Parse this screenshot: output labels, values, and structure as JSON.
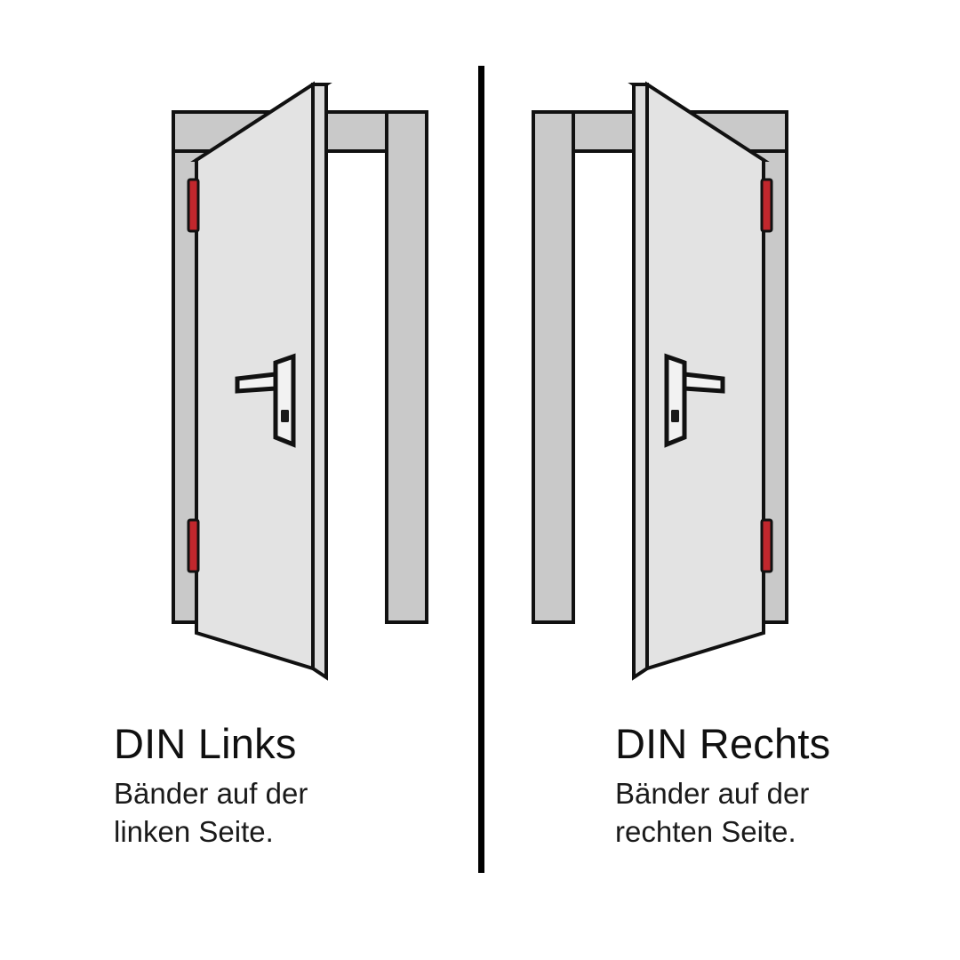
{
  "background_color": "#ffffff",
  "divider": {
    "color": "#000000",
    "orientation": "vertical"
  },
  "colors": {
    "frame_gray": "#c9c9c9",
    "frame_inner_gray": "#d2d2d2",
    "door_panel_gray": "#e3e3e3",
    "door_edge_gray": "#dcdcdc",
    "hinge_red": "#c1272d",
    "outline_black": "#111111",
    "handle_white": "#f2f2f2",
    "keyhole_dark": "#1a1a1a",
    "text_black": "#101010"
  },
  "panels": [
    {
      "id": "din-links",
      "heading": "DIN Links",
      "subtitle": "Bänder auf der linken Seite.",
      "hinge_side": "left",
      "hinge_count": 2,
      "handle_side": "right",
      "handle_lever_direction": "left",
      "door_swing": "toward viewer, opening to the left"
    },
    {
      "id": "din-rechts",
      "heading": "DIN Rechts",
      "subtitle": "Bänder auf der rechten Seite.",
      "hinge_side": "right",
      "hinge_count": 2,
      "handle_side": "left",
      "handle_lever_direction": "right",
      "door_swing": "toward viewer, opening to the right"
    }
  ]
}
